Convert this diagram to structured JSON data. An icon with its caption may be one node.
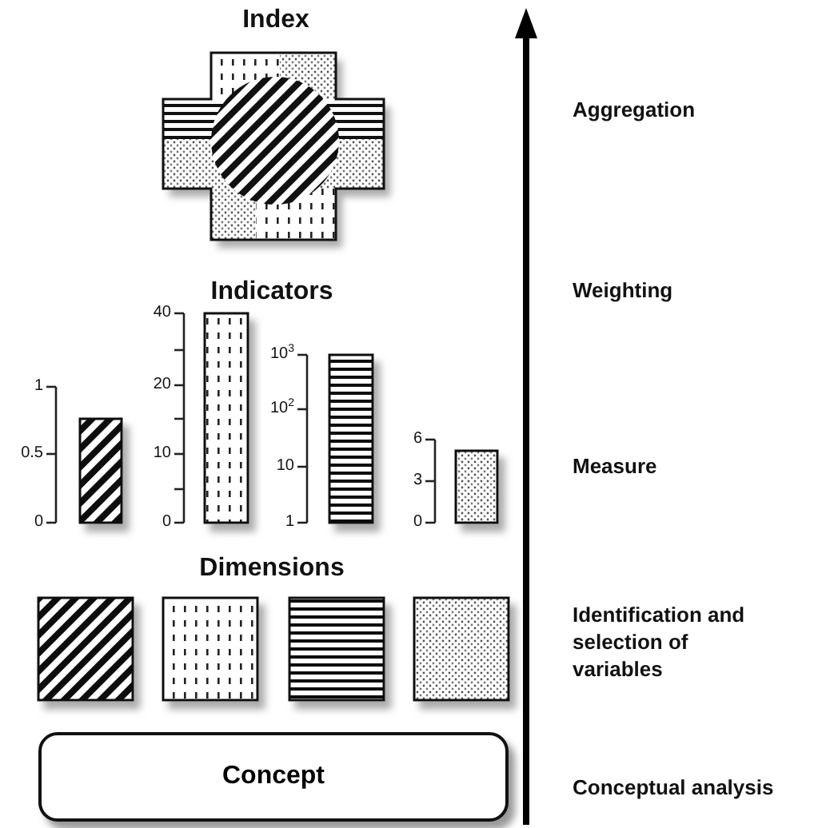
{
  "diagram": {
    "nodes": [
      {
        "text": [
          "Index"
        ]
      },
      {
        "text": [
          "Concept"
        ]
      }
    ],
    "labels": [
      "Aggregation",
      "Indicators",
      "Weighting",
      "1",
      "0.5",
      "0",
      "40",
      "20",
      "10",
      "0",
      "10$^{3}$",
      "10$^{2}$",
      "10",
      "1",
      "6",
      "3",
      "0",
      "Measure",
      "Dimensions",
      "Identification and selection of variables",
      "Conceptual analysis"
    ]
  }
}
